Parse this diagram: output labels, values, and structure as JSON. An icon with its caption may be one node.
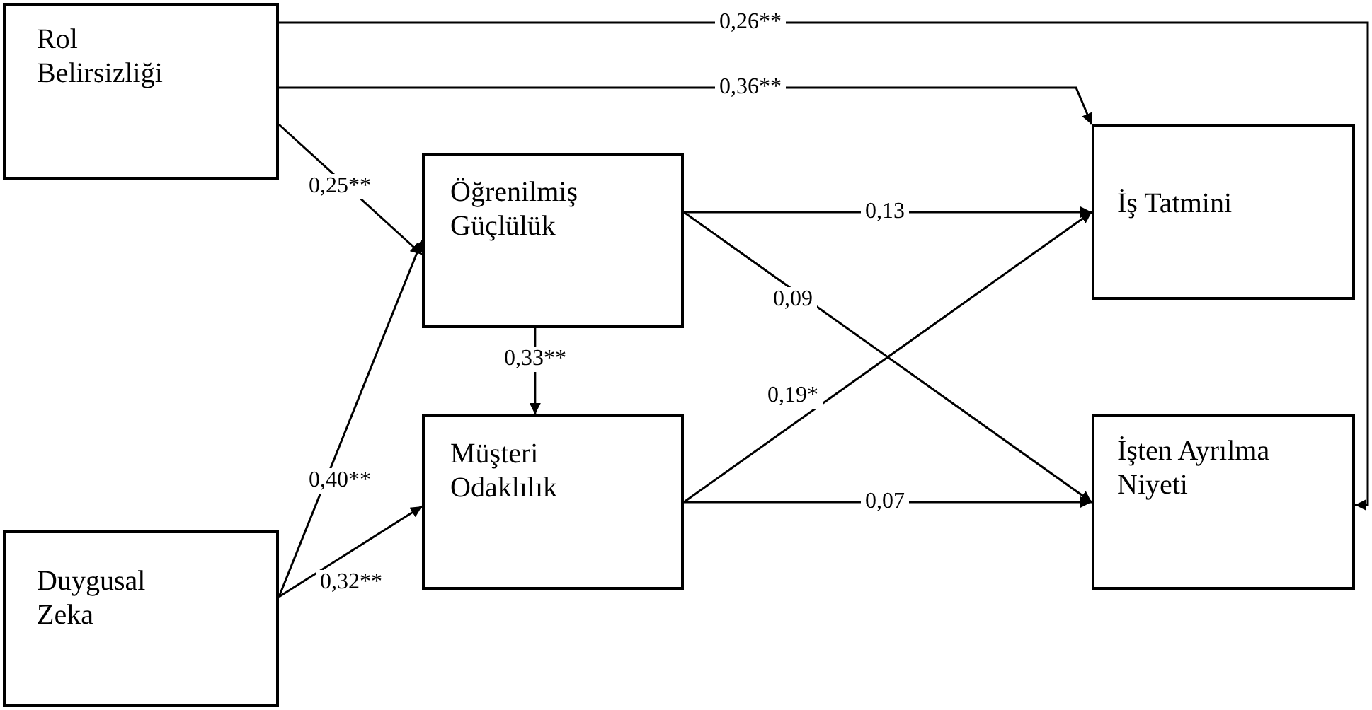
{
  "diagram": {
    "nodes": [
      {
        "text": [
          "Rol Belirsizliği"
        ]
      },
      {
        "text": [
          "Öğrenilmiş Güçlülük"
        ]
      },
      {
        "text": [
          "Müşteri Odaklılık"
        ]
      },
      {
        "text": [
          "Duygusal Zeka"
        ]
      },
      {
        "text": [
          "İş Tatmini"
        ]
      },
      {
        "text": [
          "İşten Ayrılma Niyeti"
        ]
      }
    ],
    "edges": [
      {
        "from": 0,
        "to": 5,
        "arrow": "to",
        "label": "0,26**"
      },
      {
        "from": 0,
        "to": 4,
        "arrow": "to",
        "label": "0,36**"
      },
      {
        "from": 0,
        "to": 1,
        "arrow": "to",
        "label": "0,25**"
      },
      {
        "from": 3,
        "to": 1,
        "arrow": "to",
        "label": "0,40**"
      },
      {
        "from": 3,
        "to": 2,
        "arrow": "to",
        "label": "0,32**"
      },
      {
        "from": 1,
        "to": 2,
        "arrow": "to",
        "label": "0,33**"
      },
      {
        "from": 1,
        "to": 4,
        "arrow": "to",
        "label": "0,13"
      },
      {
        "from": 1,
        "to": 5,
        "arrow": "to",
        "label": "0,09"
      },
      {
        "from": 2,
        "to": 4,
        "arrow": "to",
        "label": "0,19*"
      },
      {
        "from": 2,
        "to": 5,
        "arrow": "to",
        "label": "0,07"
      }
    ]
  }
}
